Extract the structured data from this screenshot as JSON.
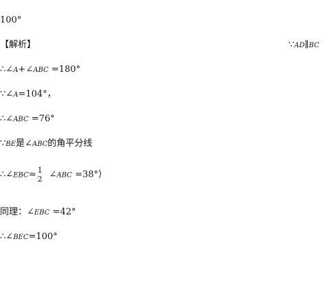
{
  "answer": "100°",
  "analysis_label": "【解析】",
  "because": "∵",
  "therefore": "∴",
  "angle": "∠",
  "top_right": {
    "seg1": "AD",
    "parallel": "∥",
    "seg2": "BC"
  },
  "line1": {
    "a": "A",
    "plus": "+",
    "abc": "ABC",
    "value": "=180°"
  },
  "line2": {
    "a": "A",
    "value": "=104°，"
  },
  "line3": {
    "abc": "ABC",
    "value": "=76°"
  },
  "line4": {
    "be": "BE",
    "text1": "是",
    "abc": "ABC",
    "text2": "的角平分线"
  },
  "line5": {
    "ebc": "EBC",
    "eq": "=",
    "num": "1",
    "den": "2",
    "abc": "ABC",
    "value": "=38°）"
  },
  "line6": {
    "prefix": "同理：",
    "ebc": "EBC",
    "value": "=42°"
  },
  "line7": {
    "bec": "BEC",
    "value": "=100°"
  }
}
